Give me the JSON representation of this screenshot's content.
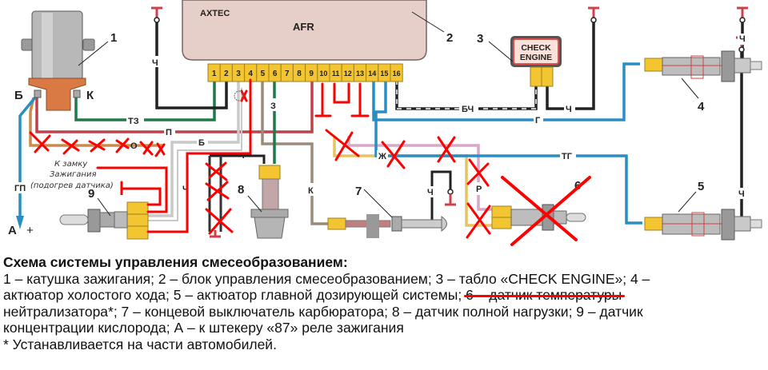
{
  "diagram": {
    "ecu": {
      "brand": "AXTEC",
      "name": "AFR",
      "pins": [
        "1",
        "2",
        "3",
        "4",
        "5",
        "6",
        "7",
        "8",
        "9",
        "10",
        "11",
        "12",
        "13",
        "14",
        "15",
        "16"
      ]
    },
    "check_engine": {
      "line1": "CHECK",
      "line2": "ENGINE"
    },
    "callouts": {
      "n1": "1",
      "n2": "2",
      "n3": "3",
      "n4": "4",
      "n5": "5",
      "n6": "6",
      "n7": "7",
      "n8": "8",
      "n9": "9"
    },
    "coil_terminals": {
      "b": "Б",
      "k": "К"
    },
    "wire_labels": {
      "t3": "ТЗ",
      "p": "П",
      "o": "О",
      "b": "Б",
      "ch": "Ч",
      "z": "З",
      "k": "К",
      "zh": "Ж",
      "r": "Р",
      "bch": "БЧ",
      "g": "Г",
      "tg": "ТГ",
      "gp": "ГП",
      "ch_top": "Ч",
      "ch_right": "Ч",
      "ch_act4": "Ч",
      "ch_act5": "Ч",
      "ch_sw7": "Ч",
      "ch_left": "Ч"
    },
    "terminal_a": {
      "label": "А",
      "sign": "+"
    },
    "handwritten_note": [
      "К замку",
      "Зажигания",
      "(подогрев датчика)"
    ],
    "marks": {
      "x_mark": "X"
    },
    "colors": {
      "ecu_body": "#e6cfc9",
      "connector": "#f2c531",
      "red_annotation": "#ff0000",
      "wire_green": "#1f7a4a",
      "wire_black": "#222222",
      "wire_red": "#c0404a",
      "wire_blue": "#2a8ec4",
      "wire_orange": "#c98a4b",
      "wire_white": "#c9c9c9",
      "wire_brown": "#9c8a7a",
      "wire_yellow": "#e8c460",
      "wire_pink": "#d9a8c8"
    }
  },
  "caption": {
    "title": "Схема системы управления смесеобразованием:",
    "line1": "1 – катушка зажигания; 2 – блок управления смесеобразованием; 3 – табло «CHECK ENGINE»; 4 –",
    "line2_a": "актюатор холостого хода; 5 – актюатор главной дозирующей системы; ",
    "line2_struck": "6 – датчик температуры",
    "line3": "нейтрализатора*; 7 – концевой выключатель карбюратора; 8 – датчик полной нагрузки; 9 – датчик",
    "line4": "концентрации кислорода; А – к штекеру «87» реле зажигания",
    "footnote": "* Устанавливается на части автомобилей."
  }
}
